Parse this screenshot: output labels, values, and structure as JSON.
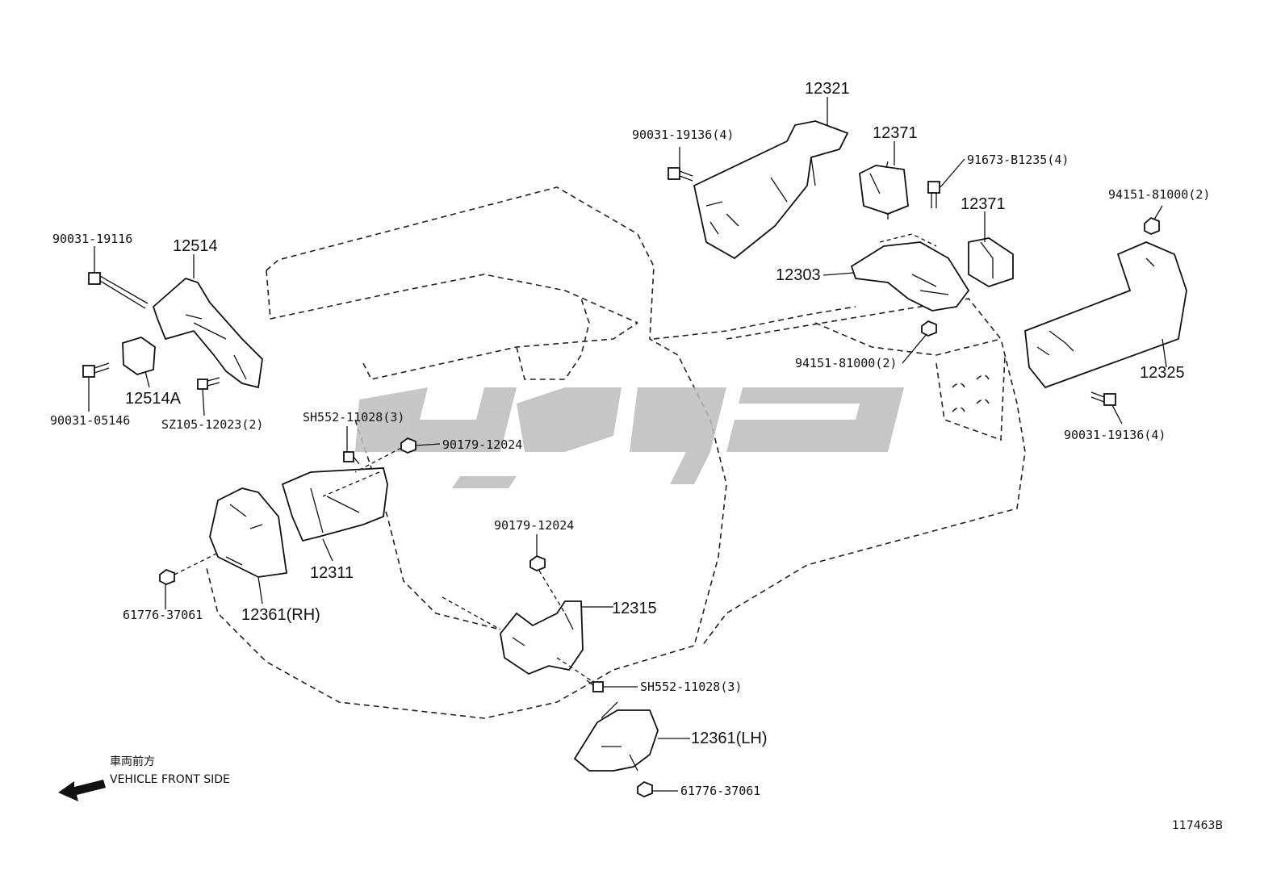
{
  "diagram": {
    "id_code": "117463B",
    "direction_jp": "車両前方",
    "direction_en": "VEHICLE FRONT SIDE",
    "parts": [
      {
        "key": "p12321",
        "text": "12321"
      },
      {
        "key": "p12371a",
        "text": "12371"
      },
      {
        "key": "p12371b",
        "text": "12371"
      },
      {
        "key": "p12303",
        "text": "12303"
      },
      {
        "key": "p12325",
        "text": "12325"
      },
      {
        "key": "p12514",
        "text": "12514"
      },
      {
        "key": "p12514A",
        "text": "12514A"
      },
      {
        "key": "p12311",
        "text": "12311"
      },
      {
        "key": "p12361rh",
        "text": "12361(RH)"
      },
      {
        "key": "p12315",
        "text": "12315"
      },
      {
        "key": "p12361lh",
        "text": "12361(LH)"
      }
    ],
    "fasteners": [
      {
        "key": "f1",
        "text": "90031-19136(4)"
      },
      {
        "key": "f2",
        "text": "91673-B1235(4)"
      },
      {
        "key": "f3",
        "text": "94151-81000(2)"
      },
      {
        "key": "f4",
        "text": "94151-81000(2)"
      },
      {
        "key": "f5",
        "text": "90031-19136(4)"
      },
      {
        "key": "f6",
        "text": "90031-19116"
      },
      {
        "key": "f7",
        "text": "90031-05146"
      },
      {
        "key": "f8",
        "text": "SZ105-12023(2)"
      },
      {
        "key": "f9",
        "text": "SH552-11028(3)"
      },
      {
        "key": "f10",
        "text": "90179-12024"
      },
      {
        "key": "f11",
        "text": "61776-37061"
      },
      {
        "key": "f12",
        "text": "90179-12024"
      },
      {
        "key": "f13",
        "text": "SH552-11028(3)"
      },
      {
        "key": "f14",
        "text": "61776-37061"
      }
    ]
  }
}
